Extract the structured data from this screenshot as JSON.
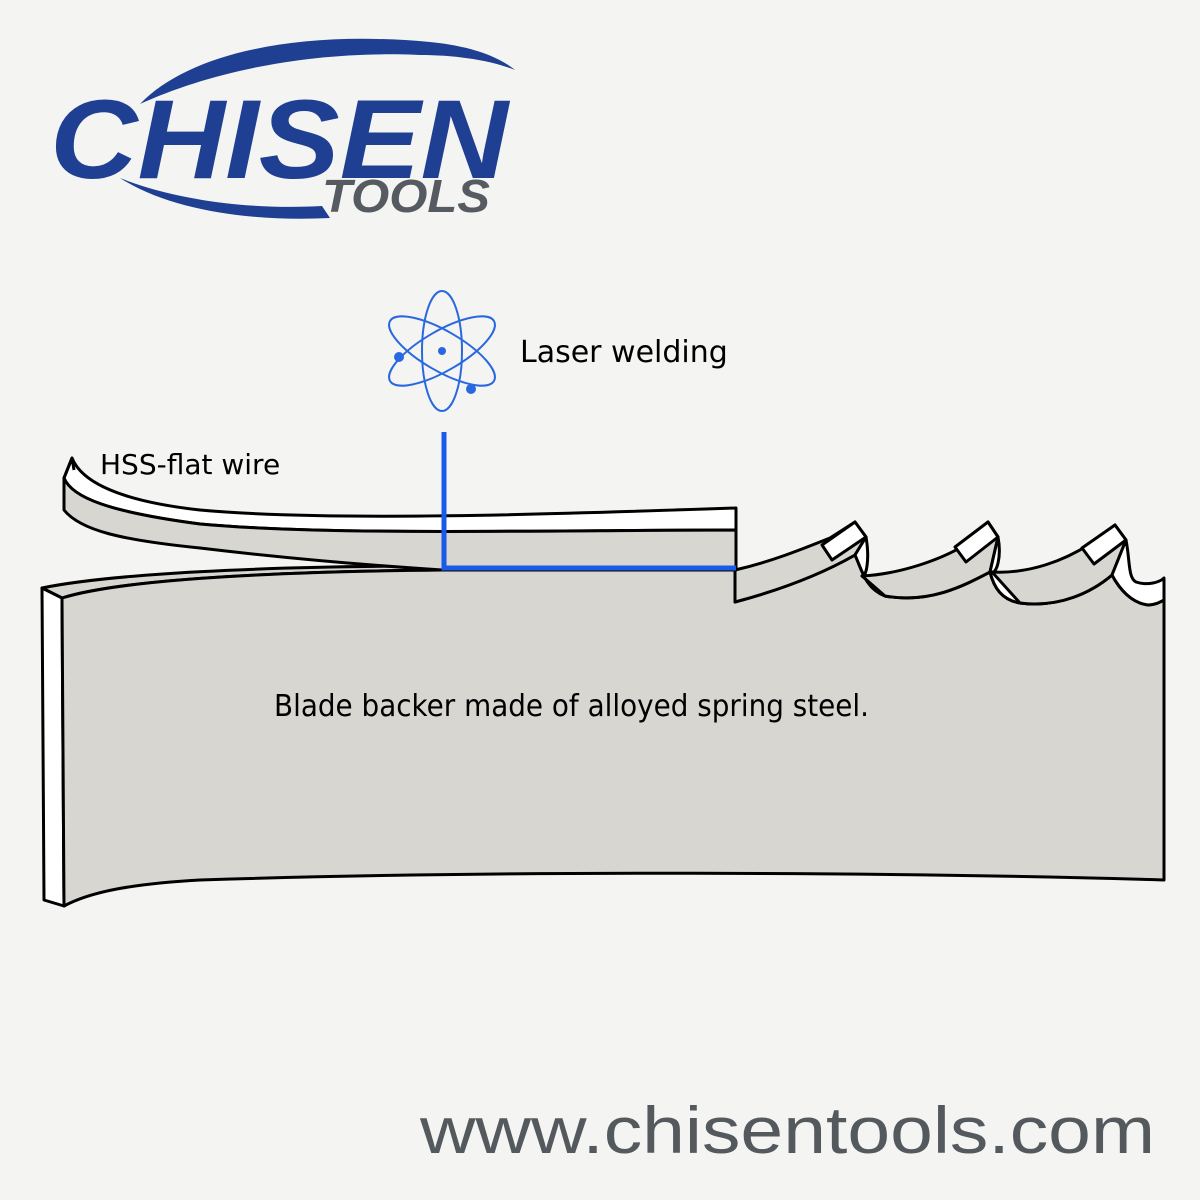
{
  "logo": {
    "brand": "CHISEN",
    "tagline": "TOOLS",
    "brand_color": "#1f3f93",
    "tagline_color": "#555b60"
  },
  "labels": {
    "hss_wire": "HSS-flat wire",
    "laser": "Laser welding",
    "backer": "Blade backer made of alloyed spring steel."
  },
  "website": "www.chisentools.com",
  "colors": {
    "background": "#f4f4f3",
    "steel_fill": "#d7d6d1",
    "outline": "#000000",
    "weld_line": "#1a5ae8",
    "atom_icon": "#2a68e0",
    "label_text": "#000000",
    "website_text": "#54595e"
  },
  "icons": [
    "atom-icon"
  ]
}
